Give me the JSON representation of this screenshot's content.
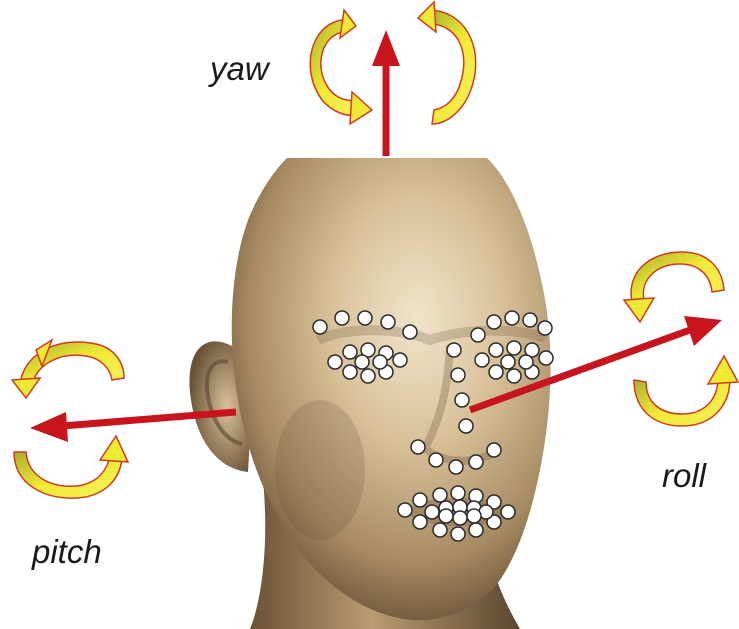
{
  "labels": {
    "yaw": "yaw",
    "pitch": "pitch",
    "roll": "roll"
  },
  "colors": {
    "background": "#ffffff",
    "arrow": "#c8151d",
    "rotation_arrow_fill": "#f1ea35",
    "rotation_arrow_shade": "#a9ae2c",
    "rotation_arrow_outline": "#d23a1f",
    "skin_light": "#e9dac0",
    "skin_mid": "#bfa77f",
    "skin_dark": "#5a4630",
    "landmark_fill": "#ffffff",
    "landmark_stroke": "#2a2a2a"
  },
  "icons": {
    "head": "head-model-icon",
    "rotation": "curved-rotation-arrow-icon",
    "axis": "straight-axis-arrow-icon"
  }
}
